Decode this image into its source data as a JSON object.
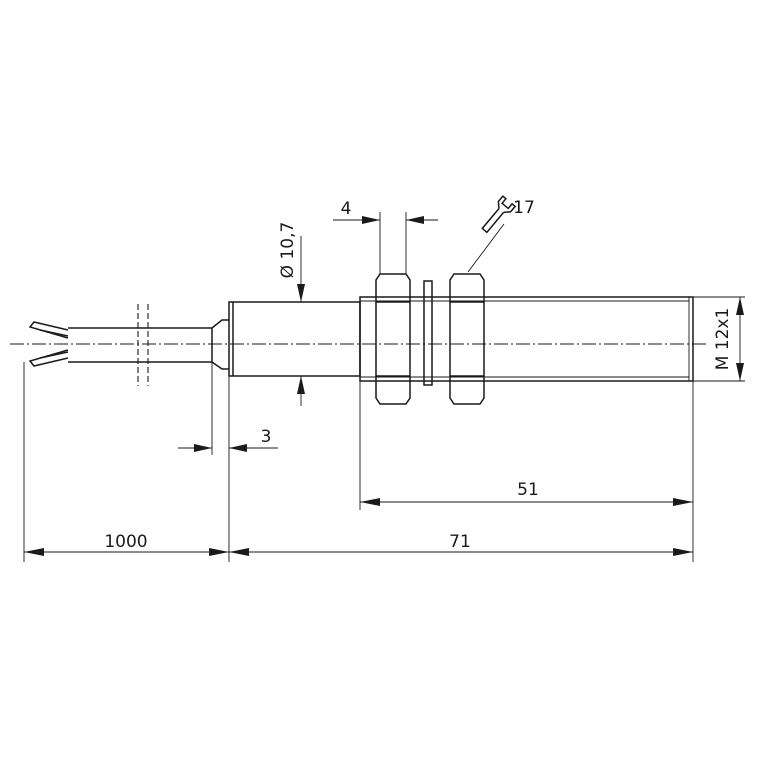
{
  "dimensions": {
    "cable_length": "1000",
    "total_length": "71",
    "thread_length": "51",
    "nut_width": "4",
    "body_diameter": "Ø 10,7",
    "step_length": "3",
    "thread_size": "M 12x1",
    "wrench_size": "17"
  },
  "icons": {
    "wrench": "wrench-icon"
  }
}
